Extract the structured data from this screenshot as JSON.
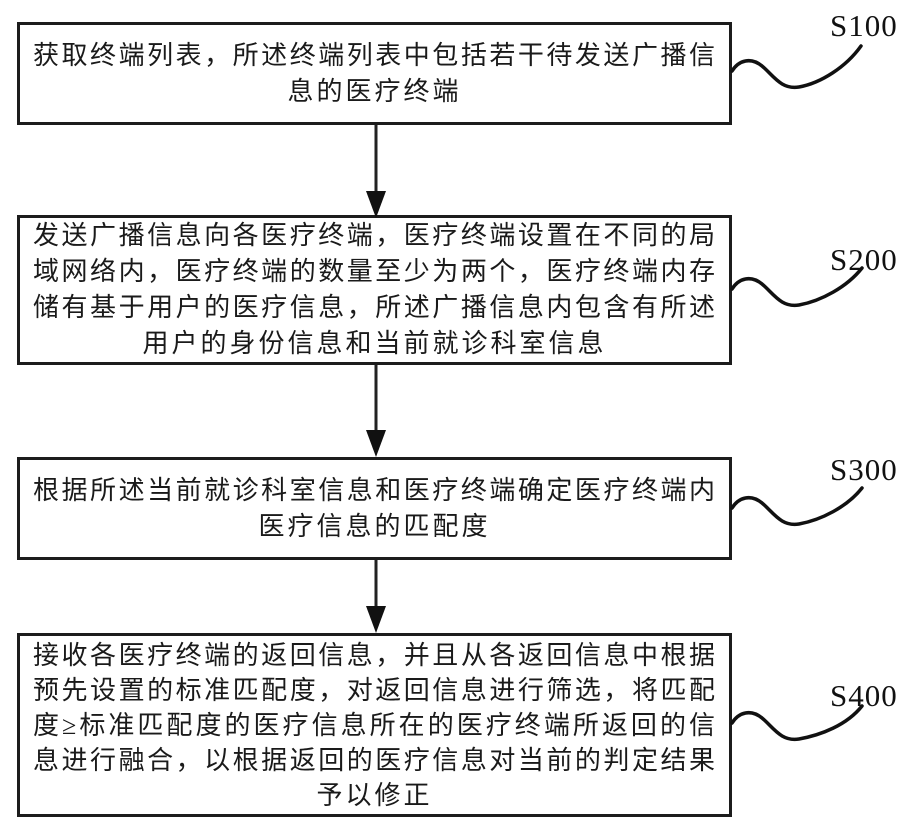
{
  "figure": {
    "type": "flowchart",
    "colors": {
      "ink": "#1c1c1c",
      "background": "#ffffff"
    },
    "steps": [
      {
        "label": "S100",
        "lines": [
          "获取终端列表，所述终端列表中包括若干待发送广播信",
          "息的医疗终端"
        ]
      },
      {
        "label": "S200",
        "lines": [
          "发送广播信息向各医疗终端，医疗终端设置在不同的局",
          "域网络内，医疗终端的数量至少为两个，医疗终端内存",
          "储有基于用户的医疗信息，所述广播信息内包含有所述",
          "用户的身份信息和当前就诊科室信息"
        ]
      },
      {
        "label": "S300",
        "lines": [
          "根据所述当前就诊科室信息和医疗终端确定医疗终端内",
          "医疗信息的匹配度"
        ]
      },
      {
        "label": "S400",
        "lines": [
          "接收各医疗终端的返回信息，并且从各返回信息中根据",
          "预先设置的标准匹配度，对返回信息进行筛选，将匹配",
          "度≥标准匹配度的医疗信息所在的医疗终端所返回的信",
          "息进行融合，以根据返回的医疗信息对当前的判定结果",
          "予以修正"
        ]
      }
    ]
  }
}
